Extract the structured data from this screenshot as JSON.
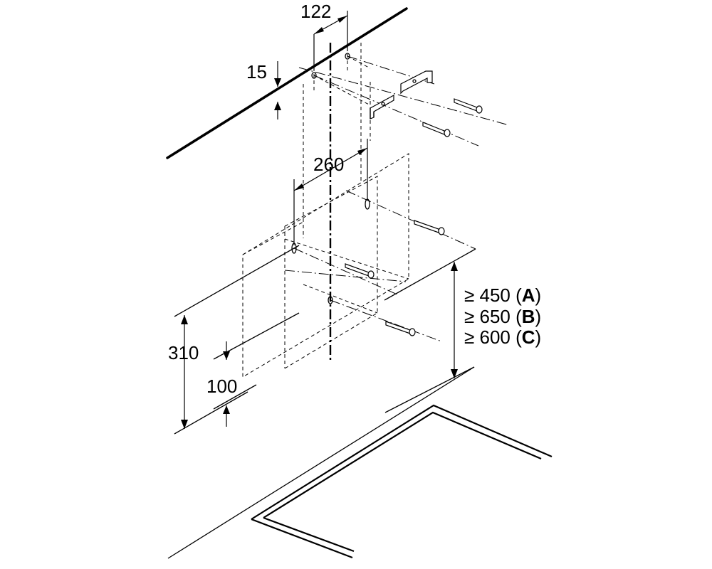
{
  "dimensions": {
    "d122": "122",
    "d15": "15",
    "d260": "260",
    "d310": "310",
    "d100": "100"
  },
  "clearances": [
    {
      "prefix": "≥ 450 (",
      "letter": "A",
      "suffix": ")"
    },
    {
      "prefix": "≥ 650 (",
      "letter": "B",
      "suffix": ")"
    },
    {
      "prefix": "≥ 600 (",
      "letter": "C",
      "suffix": ")"
    }
  ]
}
